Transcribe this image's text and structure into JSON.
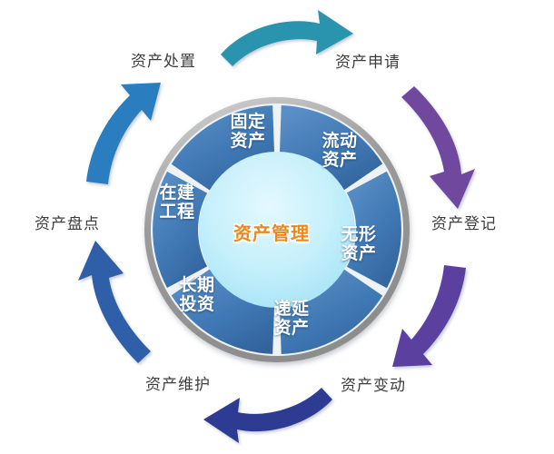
{
  "diagram": {
    "center": {
      "label": "资产管理",
      "color": "#e8891f",
      "circle_color": "#bdeefb"
    },
    "ring": {
      "rim_color": "#9a9a9a",
      "segment_colors": [
        "#3f78b4",
        "#3f78b4",
        "#3b6fa8",
        "#3b6fa8",
        "#3f78b4",
        "#44739f"
      ],
      "segments": [
        {
          "label": "固定\n资产",
          "name": "fixed-assets"
        },
        {
          "label": "流动\n资产",
          "name": "current-assets"
        },
        {
          "label": "无形\n资产",
          "name": "intangible-assets"
        },
        {
          "label": "递延\n资产",
          "name": "deferred-assets"
        },
        {
          "label": "长期\n投资",
          "name": "long-term-investment"
        },
        {
          "label": "在建\n工程",
          "name": "construction-in-progress"
        }
      ]
    },
    "cycle": {
      "steps": [
        {
          "label": "资产申请",
          "name": "asset-application",
          "arrow_color": "#2a93ad"
        },
        {
          "label": "资产登记",
          "name": "asset-registration",
          "arrow_color": "#6f4a9e"
        },
        {
          "label": "资产变动",
          "name": "asset-change",
          "arrow_color": "#5b3fa0"
        },
        {
          "label": "资产维护",
          "name": "asset-maintenance",
          "arrow_color": "#2e3b93"
        },
        {
          "label": "资产盘点",
          "name": "asset-inventory",
          "arrow_color": "#2f5fa8"
        },
        {
          "label": "资产处置",
          "name": "asset-disposal",
          "arrow_color": "#2a7ec0"
        }
      ]
    }
  }
}
